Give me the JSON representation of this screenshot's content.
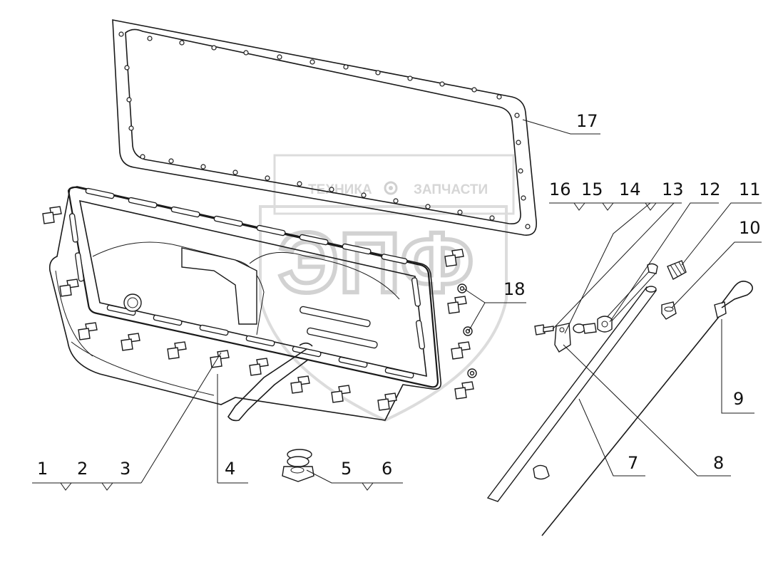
{
  "watermark": {
    "line1": "ТЕХНИКА",
    "line2": "ЗАПЧАСТИ",
    "logo": "ЭПФ",
    "gear_icon": "gear-icon"
  },
  "callouts": {
    "c1": "1",
    "c2": "2",
    "c3": "3",
    "c4": "4",
    "c5": "5",
    "c6": "6",
    "c7": "7",
    "c8": "8",
    "c9": "9",
    "c10": "10",
    "c11": "11",
    "c12": "12",
    "c13": "13",
    "c14": "14",
    "c15": "15",
    "c16": "16",
    "c17": "17",
    "c18": "18"
  }
}
